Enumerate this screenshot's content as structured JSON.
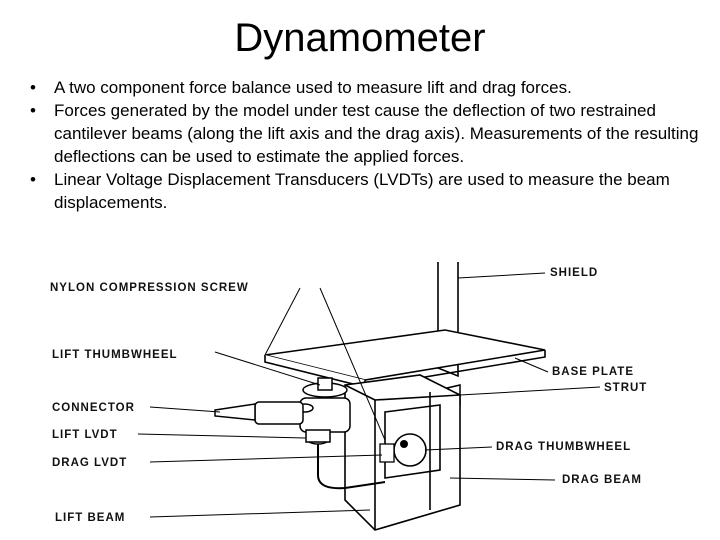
{
  "slide": {
    "title": "Dynamometer",
    "bullets": [
      "A two component force balance used to measure lift and drag forces.",
      "Forces generated by the model under test cause the deflection of two restrained cantilever beams (along the lift axis and the drag axis). Measurements of the resulting deflections can be used to estimate the applied forces.",
      "Linear Voltage Displacement Transducers (LVDTs) are used to measure the beam displacements."
    ],
    "bullet_glyph": "•"
  },
  "diagram": {
    "labels": {
      "nylon_compression_screw": "NYLON COMPRESSION SCREW",
      "shield": "SHIELD",
      "lift_thumbwheel": "LIFT THUMBWHEEL",
      "base_plate": "BASE PLATE",
      "strut": "STRUT",
      "connector": "CONNECTOR",
      "lift_lvdt": "LIFT LVDT",
      "drag_thumbwheel": "DRAG THUMBWHEEL",
      "drag_lvdt": "DRAG LVDT",
      "drag_beam": "DRAG BEAM",
      "lift_beam": "LIFT BEAM"
    }
  }
}
